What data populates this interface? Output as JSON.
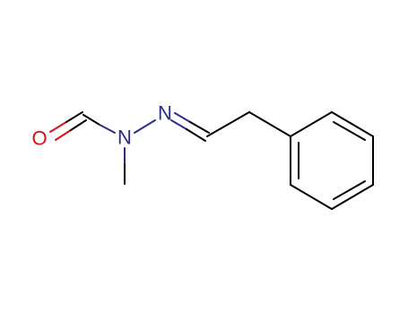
{
  "molecule": {
    "atoms": {
      "oxygen": {
        "symbol": "O",
        "color": "#e01010"
      },
      "amide_nitrogen": {
        "symbol": "N",
        "color": "#2c2c8a"
      },
      "imine_nitrogen": {
        "symbol": "N",
        "color": "#2c2c8a"
      }
    },
    "bond_color": "#000000",
    "background": "#ffffff"
  }
}
